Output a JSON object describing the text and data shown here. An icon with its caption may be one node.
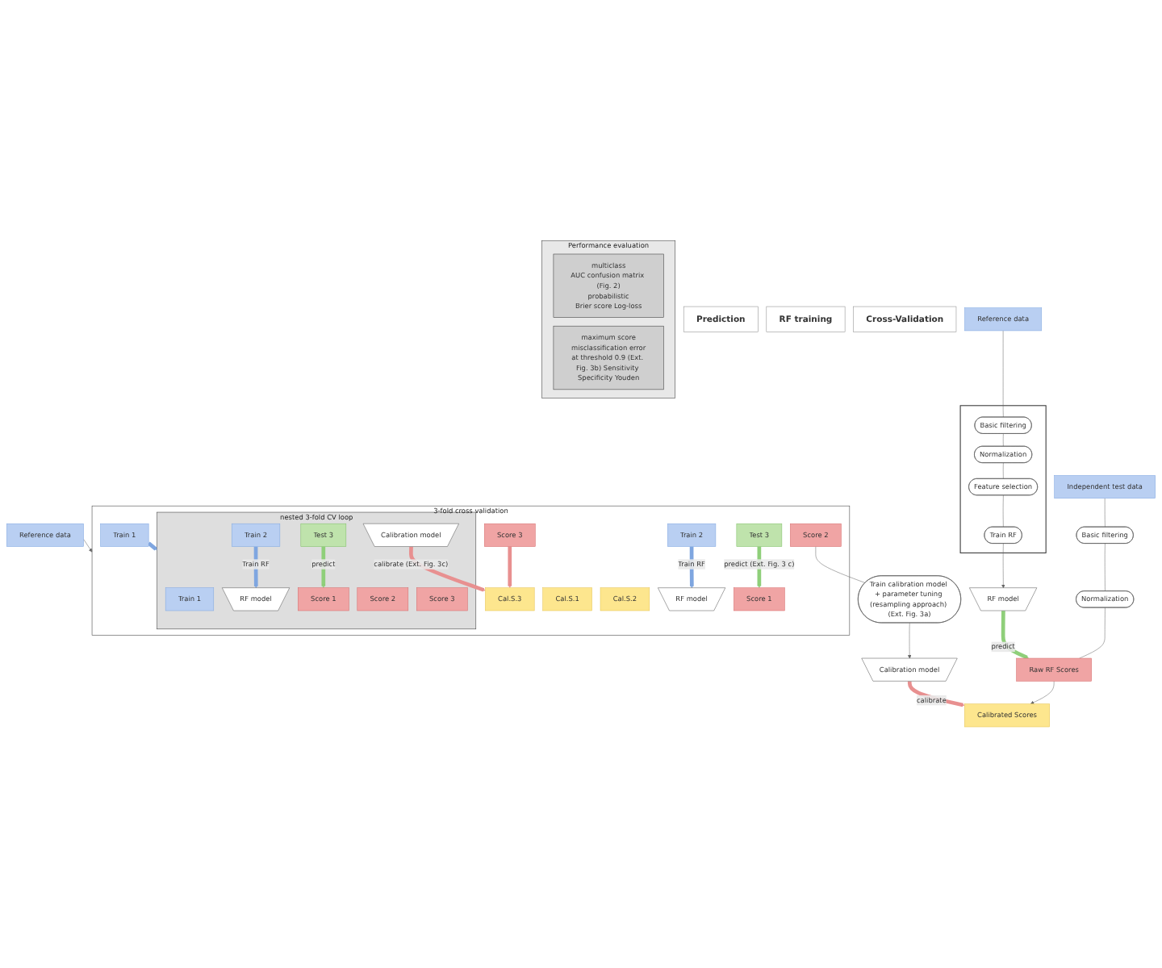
{
  "diagram": {
    "nodes": [
      {
        "text": [
          "Prediction"
        ]
      },
      {
        "text": [
          "RF training"
        ]
      },
      {
        "text": [
          "Cross-Validation"
        ]
      },
      {
        "text": [
          "Independent test data"
        ]
      },
      {
        "text": [
          "Basic filtering"
        ]
      },
      {
        "text": [
          "Normalization"
        ]
      },
      {
        "text": [
          "Raw RF Scores"
        ]
      },
      {
        "text": [
          "Calibrated Scores"
        ]
      },
      {
        "text": [
          "Reference data"
        ]
      },
      {
        "text": [],
        "shape": "box"
      },
      {
        "text": [
          "Basic filtering"
        ],
        "in": 9
      },
      {
        "text": [
          "Normalization"
        ],
        "in": 9
      },
      {
        "text": [
          "Feature selection"
        ],
        "in": 9
      },
      {
        "text": [
          "Train RF"
        ],
        "in": 9
      },
      {
        "text": [
          "RF model"
        ]
      },
      {
        "text": [
          "Reference data"
        ]
      },
      {
        "text": [
          "3-fold cross validation"
        ]
      },
      {
        "text": [
          "Train 1"
        ],
        "in": 16
      },
      {
        "text": [
          "Train 2"
        ],
        "in": 16
      },
      {
        "text": [
          "Test 3"
        ],
        "in": 16
      },
      {
        "text": [
          "RF model"
        ],
        "in": 16
      },
      {
        "text": [
          "Score 1"
        ],
        "in": 16
      },
      {
        "text": [
          "Score 2"
        ],
        "in": 16
      },
      {
        "text": [
          "Score 3"
        ],
        "in": 16
      },
      {
        "text": [
          "nested 3-fold CV loop"
        ],
        "in": 16
      },
      {
        "text": [
          "Train 1"
        ],
        "in": 24
      },
      {
        "text": [
          "Train 2"
        ],
        "in": 24
      },
      {
        "text": [
          "Test 3"
        ],
        "in": 24
      },
      {
        "text": [
          "RF model"
        ],
        "in": 24
      },
      {
        "text": [
          "Score 1"
        ],
        "in": 24
      },
      {
        "text": [
          "Score 2"
        ],
        "in": 24
      },
      {
        "text": [
          "Score 3"
        ],
        "in": 24
      },
      {
        "text": [
          "Calibration model"
        ],
        "in": 24
      },
      {
        "text": [
          "Cal.S.1"
        ],
        "in": 16
      },
      {
        "text": [
          "Cal.S.2"
        ],
        "in": 16
      },
      {
        "text": [
          "Cal.S.3"
        ],
        "in": 16
      },
      {
        "text": [
          "Performance evaluation"
        ]
      },
      {
        "text": [
          "multiclass",
          "AUC confusion matrix (Fig. 2)",
          "probabilistic",
          "Brier score Log-loss"
        ],
        "in": 36
      },
      {
        "text": [
          "maximum score",
          "misclassification error",
          "at threshold 0.9 (Ext. Fig. 3b) Sensitivity Specificity Youden"
        ],
        "in": 36
      },
      {
        "text": [
          "Train calibration model + parameter tuning (resampling approach) (Ext. Fig. 3a)"
        ]
      },
      {
        "text": [
          "Calibration model"
        ]
      }
    ],
    "edges": [
      {
        "from": 3,
        "to": 4,
        "arrow": "none"
      },
      {
        "from": 4,
        "to": 5,
        "arrow": "none"
      },
      {
        "from": 5,
        "to": 6,
        "arrow": "none"
      },
      {
        "from": 6,
        "to": 7,
        "arrow": "to"
      },
      {
        "from": 8,
        "to": 10,
        "arrow": "none"
      },
      {
        "from": 10,
        "to": 11,
        "arrow": "none"
      },
      {
        "from": 11,
        "to": 12,
        "arrow": "none"
      },
      {
        "from": 12,
        "to": 13,
        "arrow": "none"
      },
      {
        "from": 13,
        "to": 14,
        "arrow": "to"
      },
      {
        "from": 14,
        "to": 6,
        "arrow": "to",
        "label": "predict",
        "style": "thick",
        "color": "#8fcf7a"
      },
      {
        "from": 15,
        "to": 16,
        "arrow": "to"
      },
      {
        "from": 19,
        "to": 21,
        "arrow": "to",
        "label": "predict (Ext. Fig. 3 c)",
        "style": "thick",
        "color": "#8fcf7a"
      },
      {
        "from": 18,
        "to": 20,
        "arrow": "to",
        "label": "Train RF",
        "style": "thick",
        "color": "#7fa6e0"
      },
      {
        "from": 17,
        "to": 24,
        "arrow": "to",
        "style": "thick",
        "color": "#7fa6e0"
      },
      {
        "from": 27,
        "to": 29,
        "arrow": "to",
        "label": "predict",
        "style": "thick",
        "color": "#8fcf7a"
      },
      {
        "from": 26,
        "to": 28,
        "arrow": "to",
        "label": "Train RF",
        "style": "thick",
        "color": "#7fa6e0"
      },
      {
        "from": 23,
        "to": 35,
        "arrow": "to",
        "style": "thick",
        "color": "#e89090"
      },
      {
        "from": 32,
        "to": 35,
        "arrow": "to",
        "label": "calibrate (Ext. Fig. 3c)",
        "style": "thick",
        "color": "#e89090"
      },
      {
        "from": 22,
        "to": 39,
        "arrow": "none"
      },
      {
        "from": 39,
        "to": 40,
        "arrow": "to"
      },
      {
        "from": 40,
        "to": 7,
        "arrow": "to",
        "label": "calibrate",
        "style": "thick",
        "color": "#e89090"
      }
    ]
  }
}
